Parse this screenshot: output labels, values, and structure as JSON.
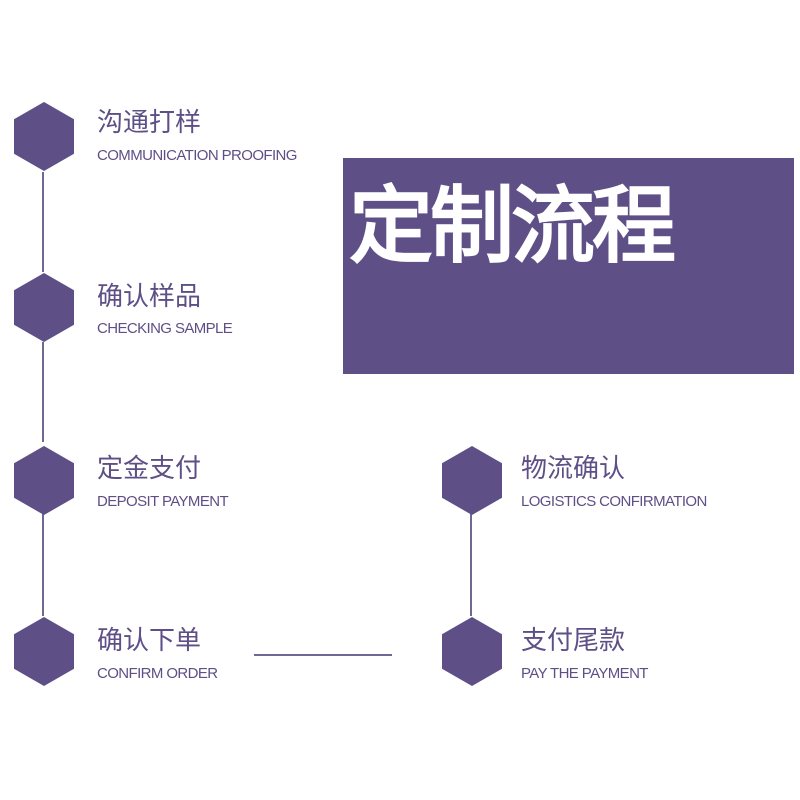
{
  "banner": {
    "title": "定制流程"
  },
  "steps": [
    {
      "zh": "沟通打样",
      "en": "COMMUNICATION PROOFING"
    },
    {
      "zh": "确认样品",
      "en": "CHECKING SAMPLE"
    },
    {
      "zh": "定金支付",
      "en": "DEPOSIT PAYMENT"
    },
    {
      "zh": "确认下单",
      "en": "CONFIRM ORDER"
    },
    {
      "zh": "支付尾款",
      "en": "PAY THE PAYMENT"
    },
    {
      "zh": "物流确认",
      "en": "LOGISTICS CONFIRMATION"
    }
  ],
  "colors": {
    "accent": "#5e4f86",
    "connector": "#6f6892",
    "background": "#ffffff"
  }
}
